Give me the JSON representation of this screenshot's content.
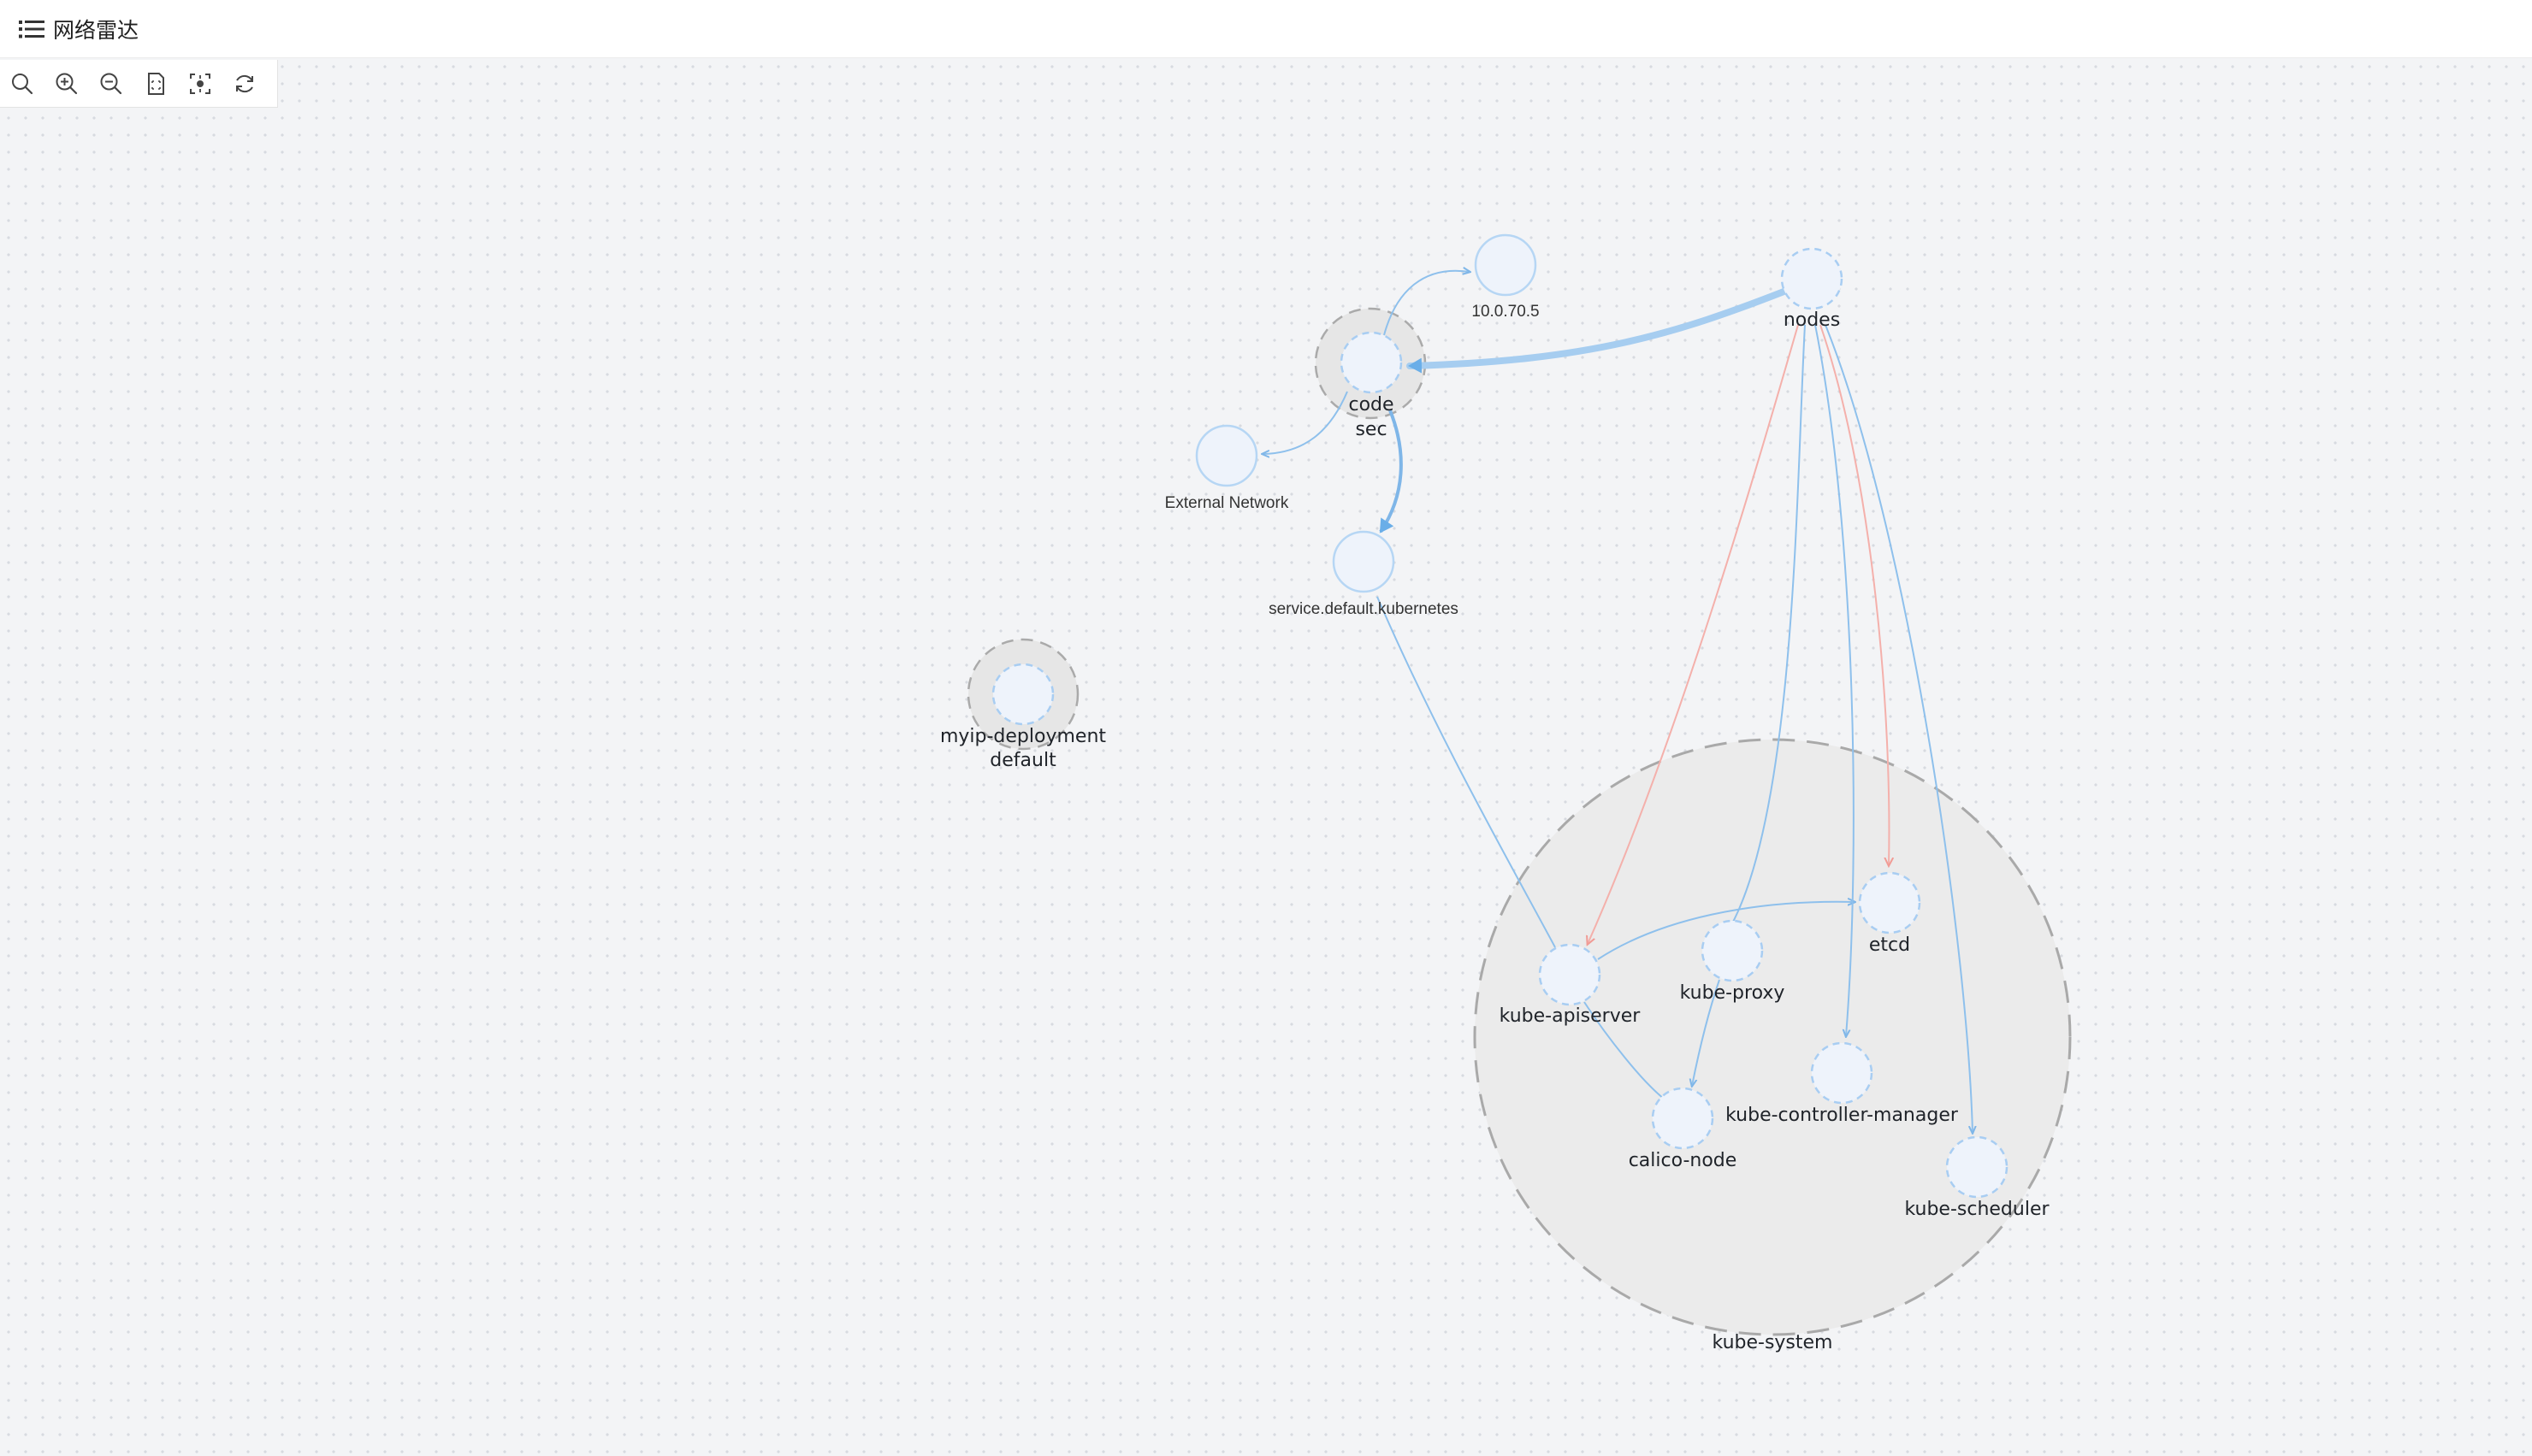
{
  "header": {
    "title": "网络雷达",
    "menu_icon": "menu-icon"
  },
  "toolbar": {
    "tools": [
      {
        "name": "search-icon"
      },
      {
        "name": "zoom-in-icon"
      },
      {
        "name": "zoom-out-icon"
      },
      {
        "name": "fit-page-icon"
      },
      {
        "name": "center-focus-icon"
      },
      {
        "name": "refresh-icon"
      }
    ]
  },
  "colors": {
    "edge_blue": "#8ec0ec",
    "edge_blue_strong": "#6aaee8",
    "edge_red": "#f4b0ab",
    "node_fill": "#eef3fb",
    "node_stroke": "#a8cdf2",
    "group_fill": "#ebebeb",
    "group_stroke": "#a9a9a9"
  },
  "groups": {
    "kube_system": "kube-system"
  },
  "nodes": {
    "ip": "10.0.70.5",
    "nodes": "nodes",
    "code_line1": "code",
    "code_line2": "sec",
    "external": "External Network",
    "service": "service.default.kubernetes",
    "myip_line1": "myip-deployment",
    "myip_line2": "default",
    "etcd": "etcd",
    "kube_proxy": "kube-proxy",
    "kube_apiserver": "kube-apiserver",
    "kube_controller_manager": "kube-controller-manager",
    "calico_node": "calico-node",
    "kube_scheduler": "kube-scheduler"
  }
}
